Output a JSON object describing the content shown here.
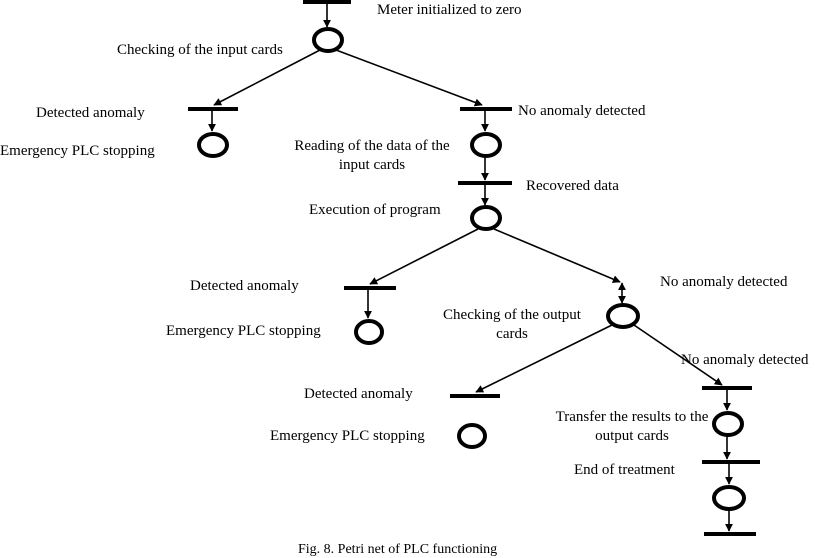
{
  "labels": {
    "meter_initialized": "Meter initialized to zero",
    "checking_input_cards": "Checking of the input cards",
    "detected_anomaly_1": "Detected anomaly",
    "emergency_stop_1": "Emergency PLC stopping",
    "no_anomaly_1": "No anomaly detected",
    "reading_data_line1": "Reading of the data of the",
    "reading_data_line2": "input cards",
    "recovered_data": "Recovered data",
    "execution_program": "Execution of program",
    "detected_anomaly_2": "Detected anomaly",
    "emergency_stop_2": "Emergency PLC stopping",
    "no_anomaly_2": "No anomaly detected",
    "checking_output_line1": "Checking of the output",
    "checking_output_line2": "cards",
    "no_anomaly_3": "No anomaly detected",
    "detected_anomaly_3": "Detected anomaly",
    "emergency_stop_3": "Emergency PLC stopping",
    "transfer_line1": "Transfer the results to the",
    "transfer_line2": "output cards",
    "end_treatment": "End of treatment"
  },
  "caption": "Fig. 8. Petri net of PLC functioning",
  "colors": {
    "ink": "#000000",
    "background": "#ffffff"
  }
}
